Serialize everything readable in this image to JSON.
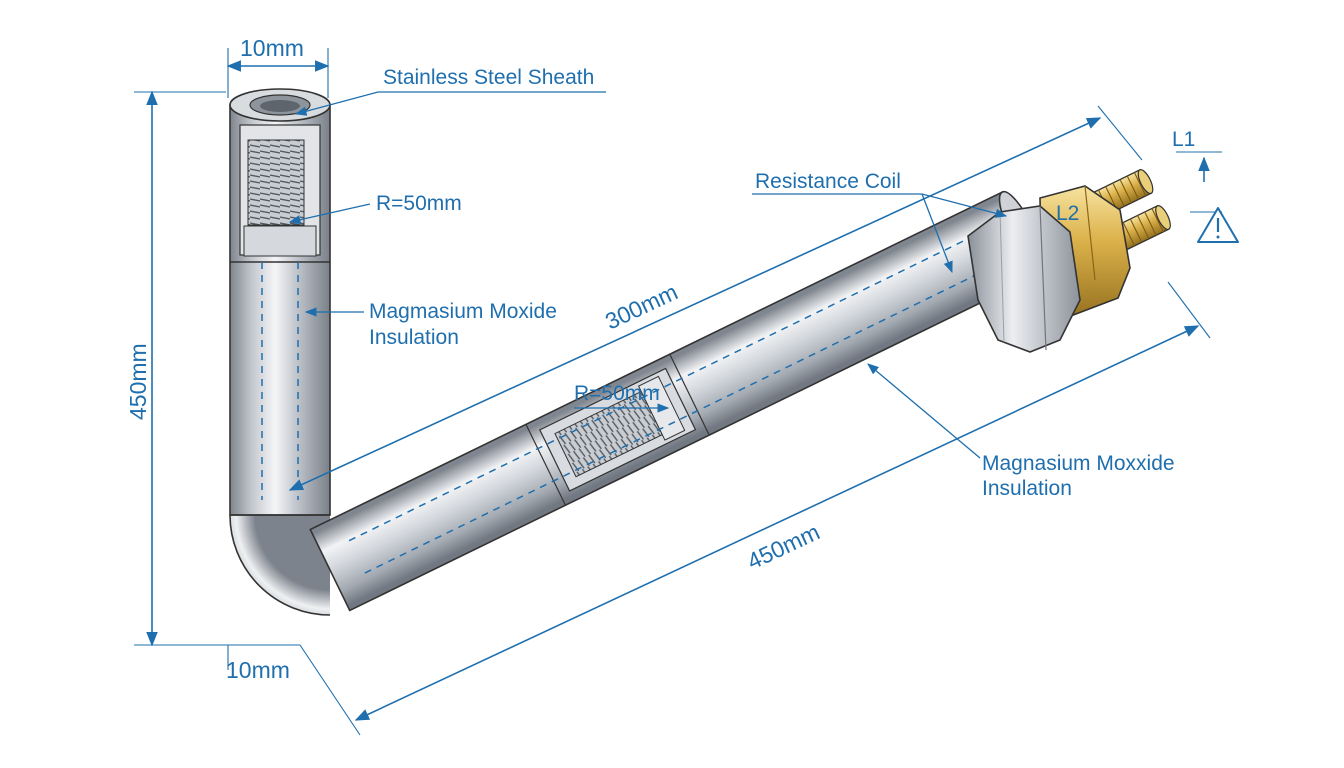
{
  "colors": {
    "annotation": "#1f6fae",
    "steel_light": "#eef0f3",
    "steel_mid": "#b5bac1",
    "steel_dark": "#7b818a",
    "brass_light": "#f3dc92",
    "brass_mid": "#d4a83c",
    "brass_dark": "#9a7420",
    "outline": "#333333",
    "background": "#ffffff"
  },
  "labels": {
    "sheath": "Stainless Steel Sheath",
    "coil": "Resistance Coil",
    "radius_top": "R=50mm",
    "radius_mid": "R=50mm",
    "insulation_left_1": "Magmasium Moxide",
    "insulation_left_2": "Insulation",
    "insulation_right_1": "Magnasium Moxxide",
    "insulation_right_2": "Insulation"
  },
  "dimensions": {
    "top_width": "10mm",
    "bottom_width": "10mm",
    "vertical_height": "450mm",
    "inner_length": "300mm",
    "outer_length": "450mm",
    "terminal_1": "L1",
    "terminal_2": "L2"
  },
  "icons": {
    "warning": "warning-triangle-icon"
  }
}
